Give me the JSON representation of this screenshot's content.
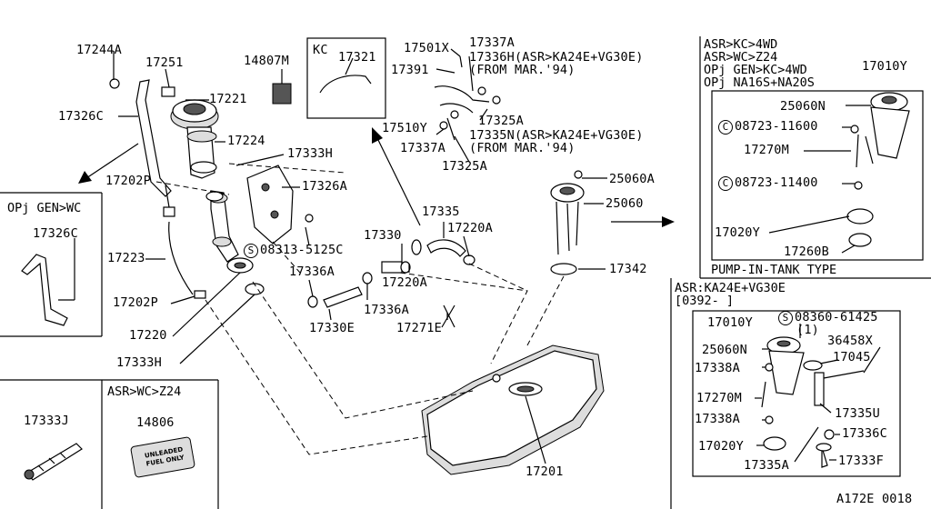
{
  "diagram_code": "A172E 0018",
  "tank": {
    "p17244A": "17244A",
    "p17251": "17251",
    "p17221": "17221",
    "p17326C": "17326C",
    "p17224": "17224",
    "p17333H_top": "17333H",
    "p17326A": "17326A",
    "p17202P_top": "17202P",
    "s08313": "08313-5125C",
    "p17223": "17223",
    "p17202P_bot": "17202P",
    "p17220": "17220",
    "p17333H_bot": "17333H",
    "p17330": "17330",
    "p17335": "17335",
    "p17220A_top": "17220A",
    "p17336A_l": "17336A",
    "p17220A_mid": "17220A",
    "p17336A_r": "17336A",
    "p17330E": "17330E",
    "p17271E": "17271E",
    "p17342": "17342",
    "p17201": "17201",
    "p14807M": "14807M"
  },
  "kc_box": {
    "title": "KC",
    "part": "17321"
  },
  "vent": {
    "p17501X": "17501X",
    "p17337A_top": "17337A",
    "p17336H": "17336H(ASR>KA24E+VG30E)",
    "p17391": "17391",
    "from1": "(FROM MAR.'94)",
    "p17325A_top": "17325A",
    "p17510Y": "17510Y",
    "p17335N": "17335N(ASR>KA24E+VG30E)",
    "p17337A_bot": "17337A",
    "from2": "(FROM MAR.'94)",
    "p17325A_bot": "17325A"
  },
  "pump_center": {
    "p25060A": "25060A",
    "p25060": "25060"
  },
  "gen_wc_box": {
    "title": "OPj GEN>WC",
    "part": "17326C"
  },
  "asr_z24_box": {
    "title": "ASR>WC>Z24",
    "part": "14806",
    "emblem": "UNLEADED FUEL ONLY"
  },
  "left_bottom_box": {
    "part": "17333J"
  },
  "pump_in_tank": {
    "header": [
      "ASR>KC>4WD",
      "ASR>WC>Z24",
      "OPj GEN>KC>4WD",
      "OPj NA16S+NA20S"
    ],
    "p17010Y": "17010Y",
    "p25060N": "25060N",
    "c1": "08723-11600",
    "p17270M": "17270M",
    "c2": "08723-11400",
    "p17020Y": "17020Y",
    "p17260B": "17260B",
    "caption": "PUMP-IN-TANK TYPE"
  },
  "asr_ka24e": {
    "header": [
      "ASR:KA24E+VG30E",
      "[0392-     ]"
    ],
    "p17010Y": "17010Y",
    "s08360": "08360-61425",
    "qty": "(1)",
    "p25060N": "25060N",
    "p36458X": "36458X",
    "p17045": "17045",
    "p17338A_top": "17338A",
    "p17270M": "17270M",
    "p17335U": "17335U",
    "p17338A_bot": "17338A",
    "p17336C": "17336C",
    "p17020Y": "17020Y",
    "p17335A": "17335A",
    "p17333F": "17333F"
  }
}
